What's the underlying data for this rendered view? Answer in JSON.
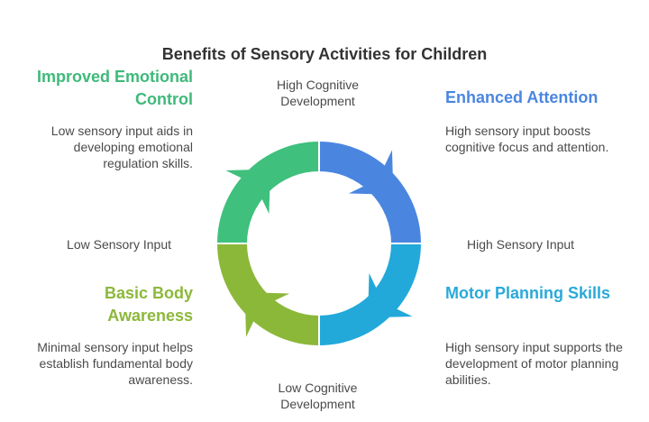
{
  "title": "Benefits of Sensory Activities for Children",
  "axes": {
    "top": "High Cognitive Development",
    "bottom": "Low Cognitive Development",
    "left": "Low Sensory Input",
    "right": "High Sensory Input"
  },
  "quadrants": {
    "top_left": {
      "heading": "Improved Emotional Control",
      "description": "Low sensory input aids in developing emotional regulation skills.",
      "color": "#3fc07d"
    },
    "top_right": {
      "heading": "Enhanced Attention",
      "description": "High sensory input boosts cognitive focus and attention.",
      "color": "#4a86e0"
    },
    "bottom_left": {
      "heading": "Basic Body Awareness",
      "description": "Minimal sensory input helps establish fundamental body awareness.",
      "color": "#8cb83a"
    },
    "bottom_right": {
      "heading": "Motor Planning Skills",
      "description": "High sensory input supports the development of motor planning abilities.",
      "color": "#22a9d9"
    }
  }
}
